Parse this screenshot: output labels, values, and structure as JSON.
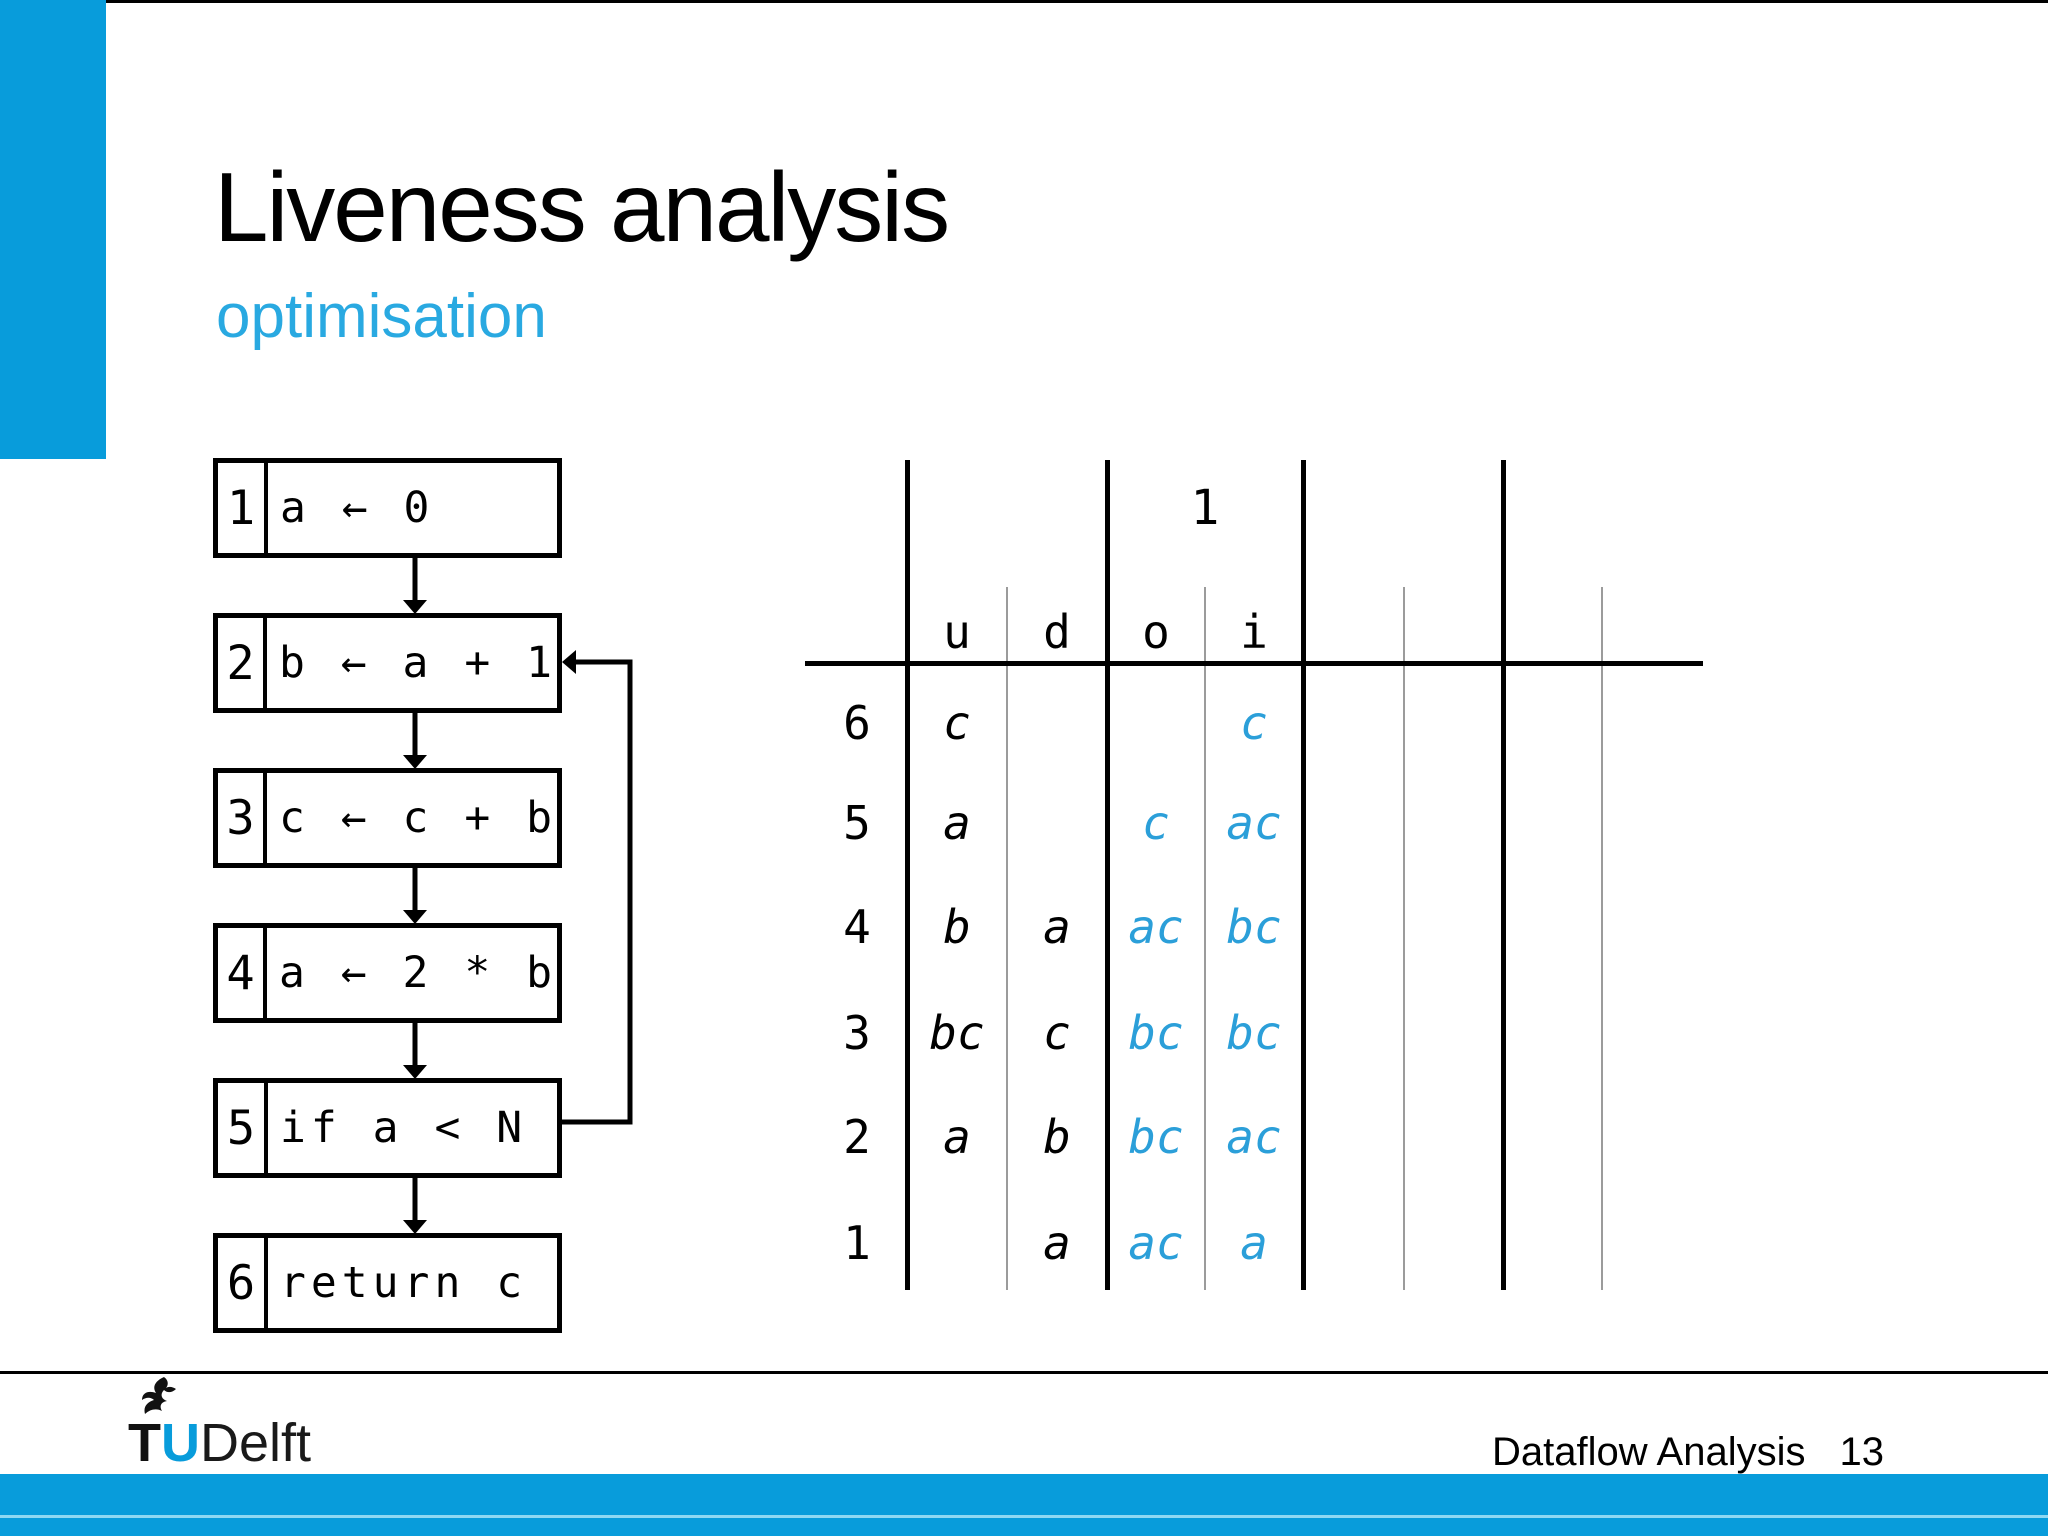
{
  "slide": {
    "title": "Liveness analysis",
    "subtitle": "optimisation",
    "footer": {
      "course": "Dataflow Analysis",
      "page": "13",
      "logo_t": "T",
      "logo_u": "U",
      "logo_rest": "Delft"
    }
  },
  "colors": {
    "accent": "#089CDB",
    "subtitle": "#29A9E1",
    "table_blue": "#2B9FD9",
    "line_gray": "#9B9B9B",
    "stripe_light": "#8FD8F2"
  },
  "flowchart": {
    "blocks": [
      {
        "num": "1",
        "code": "a ← 0"
      },
      {
        "num": "2",
        "code": "b ← a + 1"
      },
      {
        "num": "3",
        "code": "c ← c + b"
      },
      {
        "num": "4",
        "code": "a ← 2 * b"
      },
      {
        "num": "5",
        "code": "if a < N"
      },
      {
        "num": "6",
        "code": "return c"
      }
    ],
    "loop": {
      "from": "5",
      "to": "2"
    }
  },
  "table": {
    "iteration_label": "1",
    "columns": [
      "u",
      "d",
      "o",
      "i"
    ],
    "rows": [
      {
        "line": "6",
        "u": "c",
        "d": "",
        "o": "",
        "i": "c"
      },
      {
        "line": "5",
        "u": "a",
        "d": "",
        "o": "c",
        "i": "ac"
      },
      {
        "line": "4",
        "u": "b",
        "d": "a",
        "o": "ac",
        "i": "bc"
      },
      {
        "line": "3",
        "u": "bc",
        "d": "c",
        "o": "bc",
        "i": "bc"
      },
      {
        "line": "2",
        "u": "a",
        "d": "b",
        "o": "bc",
        "i": "ac"
      },
      {
        "line": "1",
        "u": "",
        "d": "a",
        "o": "ac",
        "i": "a"
      }
    ]
  }
}
